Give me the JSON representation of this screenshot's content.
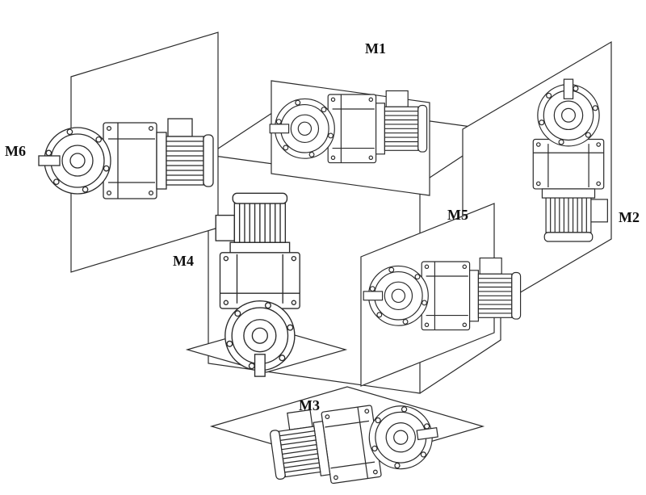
{
  "diagram": {
    "labels": {
      "m1": "M1",
      "m2": "M2",
      "m3": "M3",
      "m4": "M4",
      "m5": "M5",
      "m6": "M6"
    },
    "colors": {
      "line": "#2b2b2b",
      "background": "#ffffff",
      "label": "#111111"
    }
  }
}
